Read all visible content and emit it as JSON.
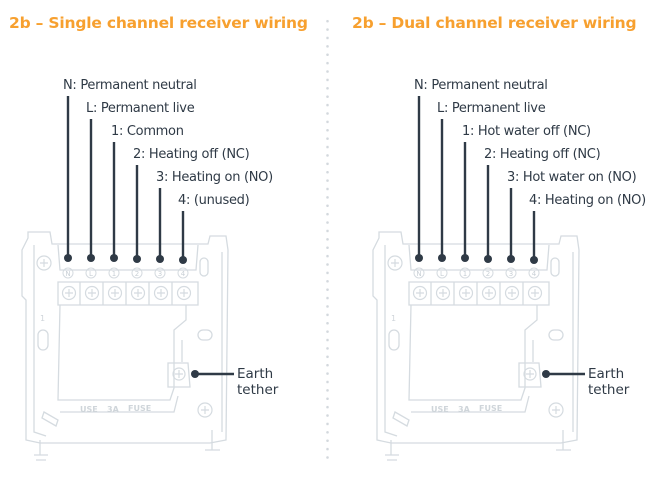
{
  "colors": {
    "title": "#f7a02f",
    "wire": "#2f3a46",
    "board_outline": "#d5dbe0",
    "divider": "#d3d8dd"
  },
  "panels": [
    {
      "title": "2b – Single channel receiver wiring",
      "terminal_labels": [
        "N: Permanent neutral",
        "L: Permanent live",
        "1: Common",
        "2: Heating off (NC)",
        "3: Heating on (NO)",
        "4: (unused)"
      ],
      "terminal_markers": [
        "N",
        "L",
        "1",
        "2",
        "3",
        "4"
      ],
      "earth_label": [
        "Earth",
        "tether"
      ],
      "board_text": [
        "USE",
        "3A",
        "FUSE"
      ],
      "board_side_mark": "1"
    },
    {
      "title": "2b – Dual channel receiver wiring",
      "terminal_labels": [
        "N: Permanent neutral",
        "L: Permanent live",
        "1: Hot water off (NC)",
        "2: Heating off (NC)",
        "3: Hot water on (NO)",
        "4: Heating on (NO)"
      ],
      "terminal_markers": [
        "N",
        "L",
        "1",
        "2",
        "3",
        "4"
      ],
      "earth_label": [
        "Earth",
        "tether"
      ],
      "board_text": [
        "USE",
        "3A",
        "FUSE"
      ],
      "board_side_mark": "1"
    }
  ]
}
